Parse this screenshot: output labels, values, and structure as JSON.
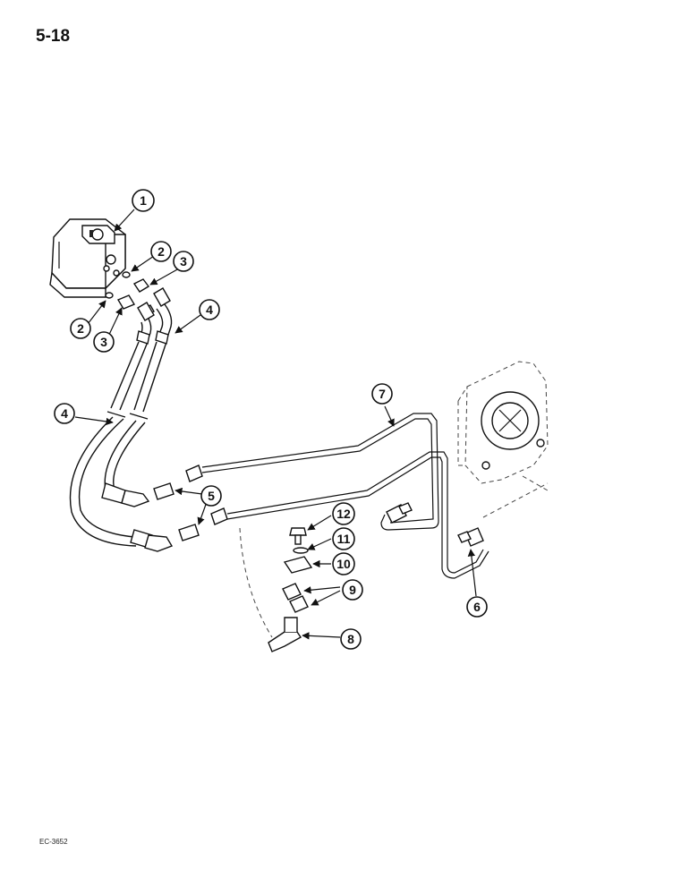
{
  "page": {
    "page_number": "5-18",
    "figure_code": "EC-3652"
  },
  "callouts": {
    "c1": "1",
    "c2a": "2",
    "c2b": "2",
    "c3a": "3",
    "c3b": "3",
    "c4a": "4",
    "c4b": "4",
    "c5": "5",
    "c6": "6",
    "c7": "7",
    "c8": "8",
    "c9": "9",
    "c10": "10",
    "c11": "11",
    "c12": "12"
  },
  "colors": {
    "ink": "#111111",
    "paper": "#ffffff"
  }
}
